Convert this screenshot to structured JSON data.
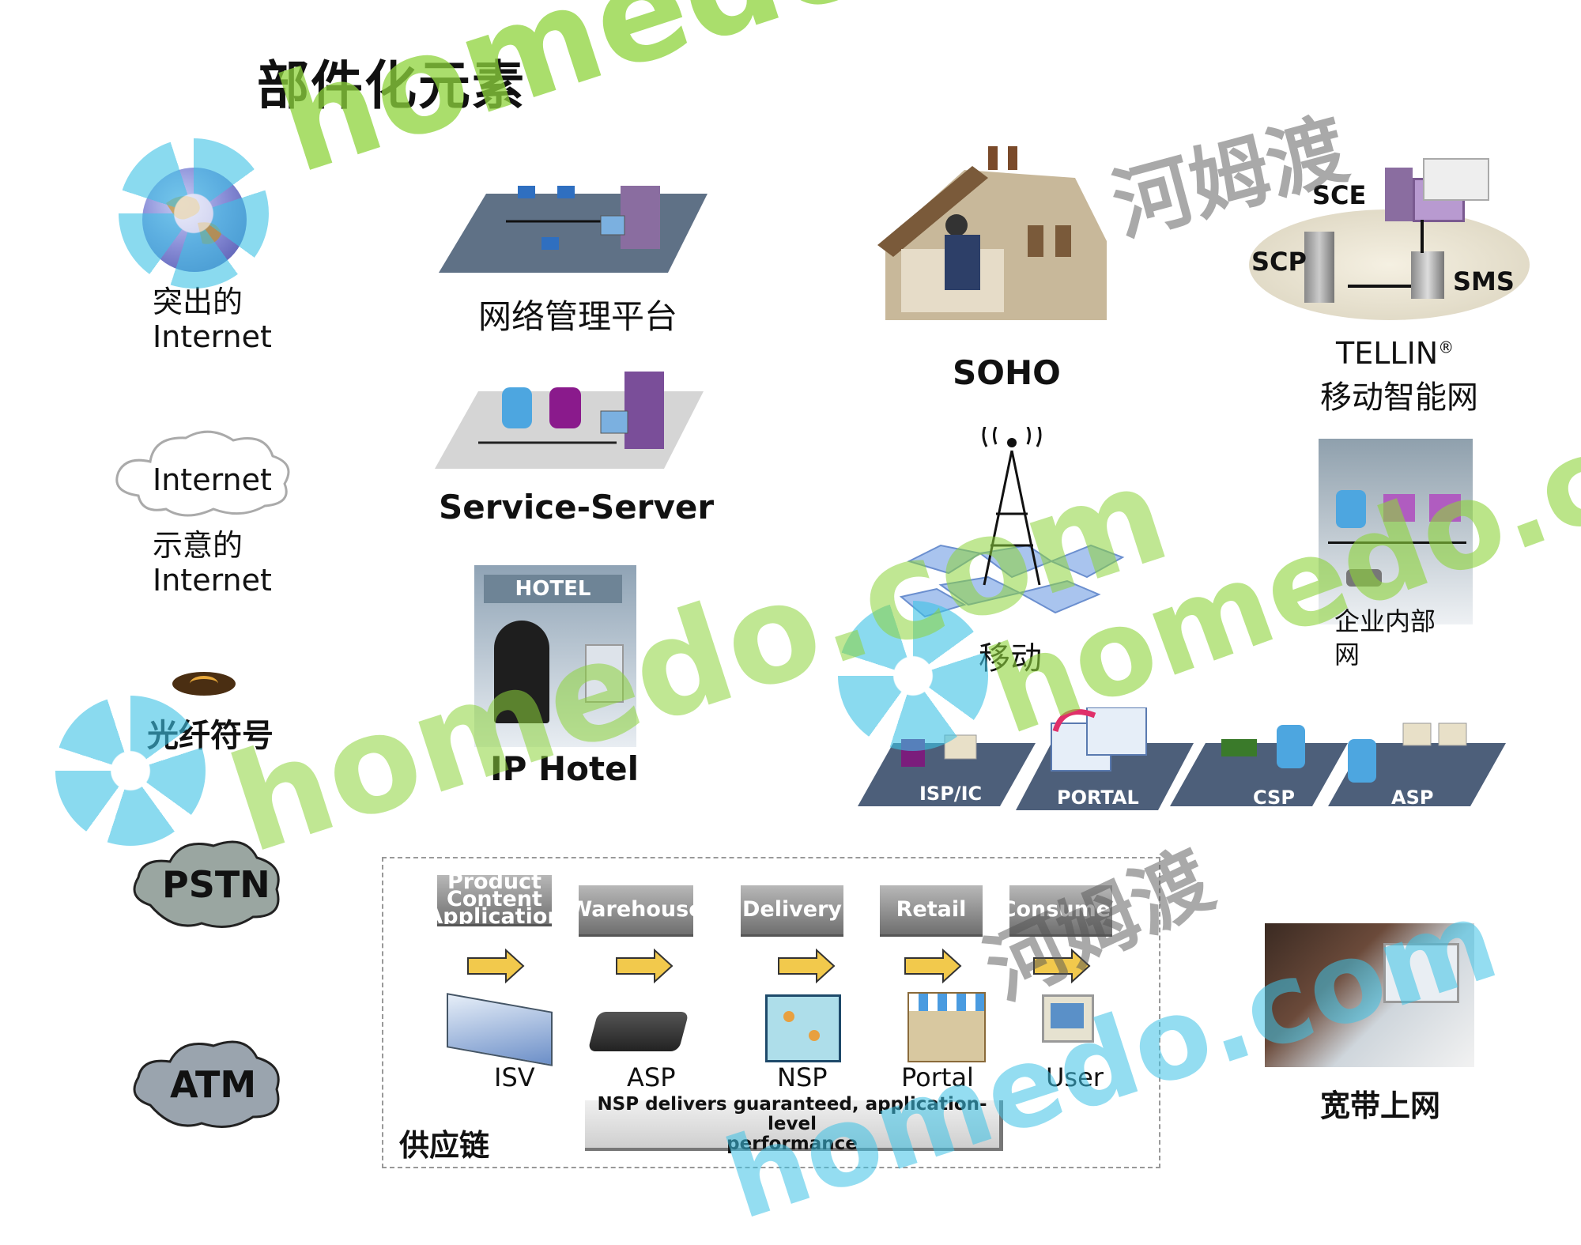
{
  "title": "部件化元素",
  "left_column": {
    "internet_prominent": {
      "line1": "突出的",
      "line2": "Internet"
    },
    "internet_cloud_inner": "Internet",
    "internet_schematic": {
      "line1": "示意的",
      "line2": "Internet"
    },
    "fiber_symbol": "光纤符号",
    "pstn": "PSTN",
    "atm": "ATM"
  },
  "middle_column": {
    "network_mgmt": "网络管理平台",
    "service_server": "Service-Server",
    "hotel_sign": "HOTEL",
    "ip_hotel": "IP Hotel"
  },
  "right_area": {
    "soho": "SOHO",
    "sce": "SCE",
    "scp": "SCP",
    "sms": "SMS",
    "tellin": "TELLIN",
    "registered": "®",
    "tellin_sub": "移动智能网",
    "mobile": "移动",
    "enterprise": {
      "line1": "企业内部",
      "line2": "网"
    },
    "broadband": "宽带上网"
  },
  "platforms": [
    "ISP/IC",
    "PORTAL",
    "CSP",
    "ASP"
  ],
  "supply_chain": {
    "label": "供应链",
    "stages": [
      {
        "header": "Product Content Application",
        "item": "ISV"
      },
      {
        "header": "Warehouse",
        "item": "ASP"
      },
      {
        "header": "Delivery",
        "item": "NSP"
      },
      {
        "header": "Retail",
        "item": "Portal"
      },
      {
        "header": "Consumer",
        "item": "User"
      }
    ],
    "note_line1": "NSP delivers guaranteed, application-level",
    "note_line2": "performance"
  },
  "watermark": {
    "text1": "homedo.com",
    "text2": "河姆渡"
  },
  "colors": {
    "watermark_green": "#8ed43c",
    "watermark_blue": "#3ec3e6",
    "arrow_yellow": "#f2c94c",
    "platform_blue": "#4d5f7a"
  }
}
